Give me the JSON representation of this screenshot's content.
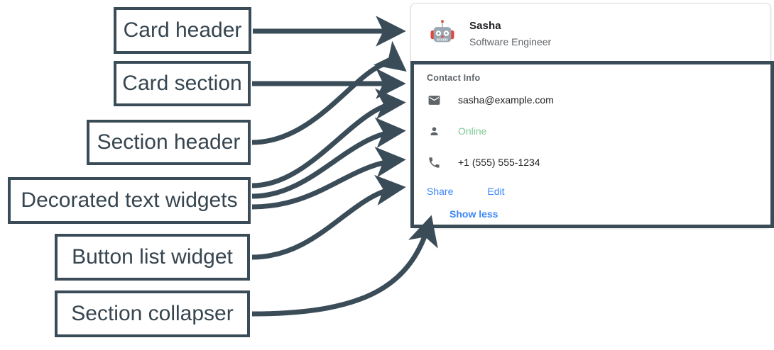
{
  "annotations": {
    "accent_color": "#3b4c59",
    "labels": [
      {
        "id": "card-header",
        "text": "Card header"
      },
      {
        "id": "card-section",
        "text": "Card section"
      },
      {
        "id": "section-header",
        "text": "Section header"
      },
      {
        "id": "decorated-text",
        "text": "Decorated text widgets"
      },
      {
        "id": "button-list",
        "text": "Button list widget"
      },
      {
        "id": "section-collapser",
        "text": "Section collapser"
      }
    ]
  },
  "card": {
    "header": {
      "avatar_icon": "robot-avatar-icon",
      "title": "Sasha",
      "subtitle": "Software Engineer"
    },
    "section": {
      "header": "Contact Info",
      "rows": [
        {
          "icon": "email-icon",
          "icon_name": "email-icon",
          "text": "sasha@example.com",
          "style": "default"
        },
        {
          "icon": "person-icon",
          "icon_name": "person-icon",
          "text": "Online",
          "style": "online"
        },
        {
          "icon": "phone-icon",
          "icon_name": "phone-icon",
          "text": "+1 (555) 555-1234",
          "style": "default"
        }
      ],
      "buttons": [
        {
          "label": "Share"
        },
        {
          "label": "Edit"
        }
      ],
      "collapser": {
        "label": "Show less"
      }
    }
  },
  "colors": {
    "accent": "#3b4c59",
    "link": "#3b86f6",
    "online": "#81c995",
    "icon_gray": "#5f6368",
    "text_primary": "#202124",
    "text_secondary": "#5f6368"
  }
}
